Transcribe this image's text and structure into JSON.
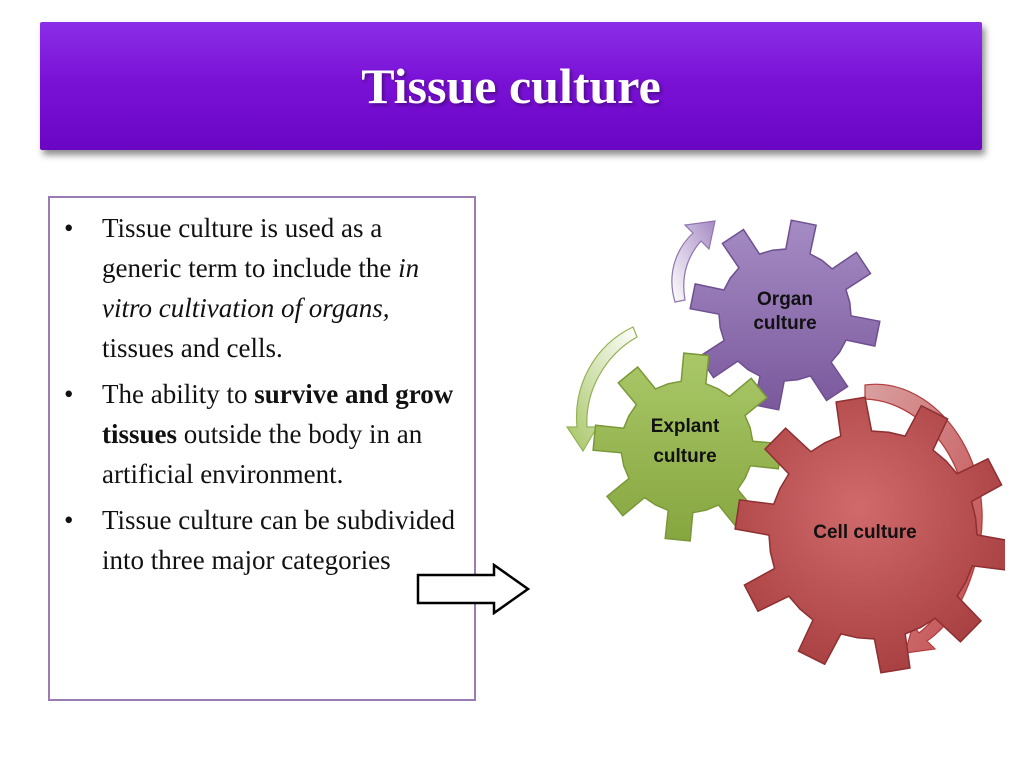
{
  "title": "Tissue culture",
  "bullets": {
    "b1": {
      "t1": "Tissue culture is used as a generic term to include the ",
      "t2": "in vitro cultivation of organs,",
      "t3": " tissues and cells."
    },
    "b2": {
      "t1": "The ability to ",
      "t2": "survive and grow tissues",
      "t3": " outside the body in an artificial environment."
    },
    "b3": {
      "t1": "Tissue culture can be subdivided into three major categories"
    },
    "marker": "•"
  },
  "diagram": {
    "organ": {
      "line1": "Organ",
      "line2": "culture",
      "color": "#8a6aa8"
    },
    "explant": {
      "line1": "Explant",
      "line2": "culture",
      "color": "#92b24e"
    },
    "cell": {
      "line1": "Cell culture",
      "color": "#b5494b"
    }
  },
  "colors": {
    "title_bar": "#7a12d6",
    "box_border": "#9b7bb4",
    "arrow_purple": "#a68bc4",
    "arrow_green": "#b8d27a",
    "arrow_red": "#c2494b"
  }
}
